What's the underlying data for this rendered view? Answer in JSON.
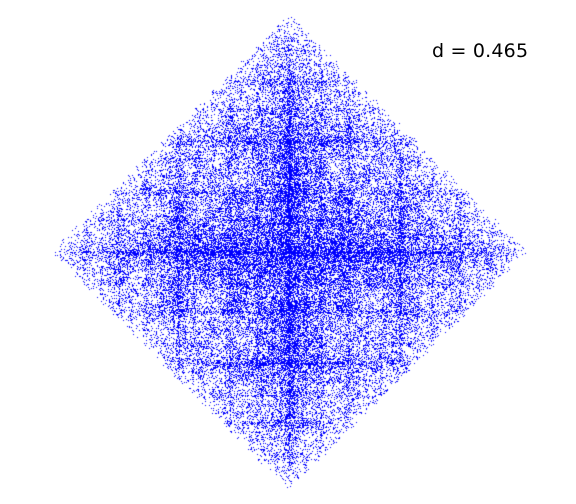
{
  "chart_data": {
    "type": "scatter",
    "description_free": true,
    "annotation": "d = 0.465",
    "parameter_d": 0.465,
    "point_color": "#0000ff",
    "background_color": "#ffffff",
    "axes_visible": false,
    "grid": false,
    "legend": "none",
    "title": "",
    "xlabel": "",
    "ylabel": ""
  }
}
